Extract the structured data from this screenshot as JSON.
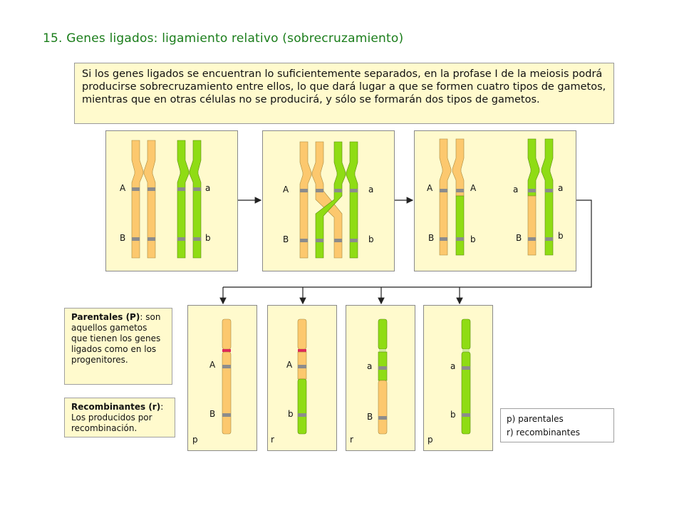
{
  "title": "15. Genes ligados: ligamiento relativo (sobrecruzamiento)",
  "intro": "Si los genes ligados se encuentran lo suficientemente separados, en la profase I de la meiosis podrá producirse sobrecruzamiento entre ellos, lo que dará lugar a que se formen cuatro tipos de gametos, mientras que en otras células no se producirá, y sólo se formarán  dos tipos de gametos.",
  "parentales": {
    "heading": "Parentales (P)",
    "colon": ":",
    "text": "son aquellos gametos que tienen los genes ligados como en los progenitores."
  },
  "recombinantes": {
    "heading": "Recombinantes (r)",
    "colon": ":",
    "text": " Los producidos por recombinación."
  },
  "legend": {
    "line1": "p) parentales",
    "line2": "r) recombinantes"
  },
  "labels": {
    "A": "A",
    "a": "a",
    "B": "B",
    "b": "b",
    "p": "p",
    "r": "r"
  },
  "colors": {
    "orange": "#fcc86e",
    "green": "#8fdc14",
    "band": "#8c8c8c",
    "centromere": "#e0285a",
    "panel": "#fffacd"
  }
}
